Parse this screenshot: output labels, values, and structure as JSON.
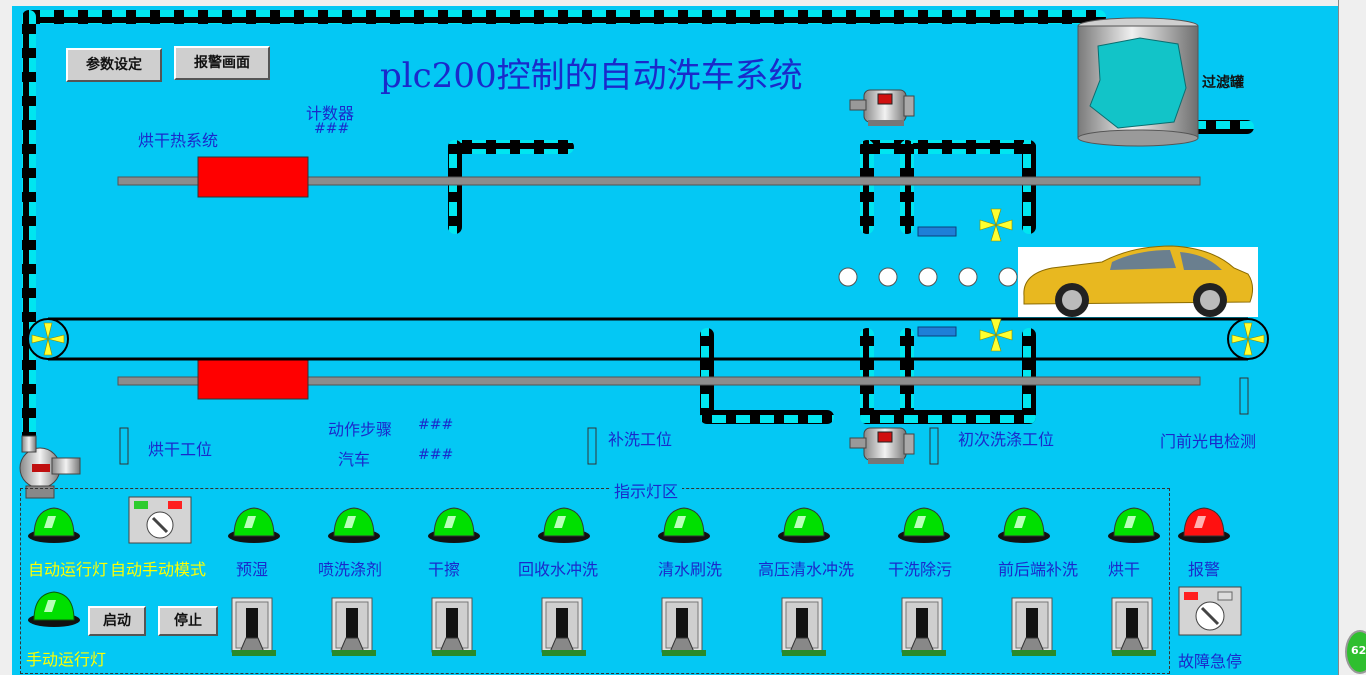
{
  "title": "plc200控制的自动洗车系统",
  "buttons": {
    "params": "参数设定",
    "alarm_screen": "报警画面",
    "start": "启动",
    "stop": "停止"
  },
  "labels": {
    "counter": "计数器",
    "counter_value": "###",
    "dryer_system": "烘干热系统",
    "filter_tank": "过滤罐",
    "dry_station": "烘干工位",
    "action_step": "动作步骤",
    "action_step_value": "###",
    "car": "汽车",
    "car_value": "###",
    "rewash_station": "补洗工位",
    "first_wash_station": "初次洗涤工位",
    "door_sensor": "门前光电检测",
    "indicator_area": "指示灯区"
  },
  "indicators": [
    {
      "label": "自动运行灯",
      "color": "green"
    },
    {
      "label": "自动手动模式",
      "color": "mode"
    },
    {
      "label": "预湿",
      "color": "green"
    },
    {
      "label": "喷洗涤剂",
      "color": "green"
    },
    {
      "label": "干擦",
      "color": "green"
    },
    {
      "label": "回收水冲洗",
      "color": "green"
    },
    {
      "label": "清水刷洗",
      "color": "green"
    },
    {
      "label": "高压清水冲洗",
      "color": "green"
    },
    {
      "label": "干洗除污",
      "color": "green"
    },
    {
      "label": "前后端补洗",
      "color": "green"
    },
    {
      "label": "烘干",
      "color": "green"
    },
    {
      "label": "报警",
      "color": "red"
    }
  ],
  "manual_light_label": "手动运行灯",
  "estop_label": "故障急停",
  "corner_badge": "62",
  "colors": {
    "background": "#04c8f4",
    "label_blue": "#1a2acb",
    "label_yellow": "#ffff00",
    "pipe_cyan": "#00e6f0",
    "heater_red": "#ff0000",
    "light_green": "#00e000",
    "light_red": "#ff1010"
  },
  "icons": [
    "motor-icon",
    "pump-icon",
    "fan-icon",
    "filter-tank-icon",
    "car-icon",
    "toggle-switch-icon",
    "selector-switch-icon",
    "indicator-light-icon"
  ]
}
